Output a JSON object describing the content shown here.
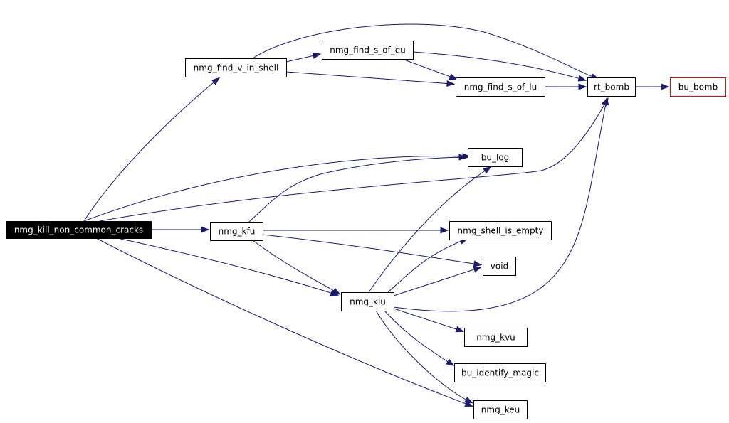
{
  "graph": {
    "edge_color": "#191970",
    "nodes": [
      {
        "id": "root",
        "label": "nmg_kill_non_common_cracks",
        "style": "root"
      },
      {
        "id": "fvs",
        "label": "nmg_find_v_in_shell",
        "style": "normal"
      },
      {
        "id": "fseu",
        "label": "nmg_find_s_of_eu",
        "style": "normal"
      },
      {
        "id": "fslu",
        "label": "nmg_find_s_of_lu",
        "style": "normal"
      },
      {
        "id": "rtb",
        "label": "rt_bomb",
        "style": "normal"
      },
      {
        "id": "bub",
        "label": "bu_bomb",
        "style": "external"
      },
      {
        "id": "bul",
        "label": "bu_log",
        "style": "normal"
      },
      {
        "id": "kfu",
        "label": "nmg_kfu",
        "style": "normal"
      },
      {
        "id": "sie",
        "label": "nmg_shell_is_empty",
        "style": "normal"
      },
      {
        "id": "void",
        "label": "void",
        "style": "normal"
      },
      {
        "id": "klu",
        "label": "nmg_klu",
        "style": "normal"
      },
      {
        "id": "kvu",
        "label": "nmg_kvu",
        "style": "normal"
      },
      {
        "id": "bim",
        "label": "bu_identify_magic",
        "style": "normal"
      },
      {
        "id": "keu",
        "label": "nmg_keu",
        "style": "normal"
      }
    ],
    "edges": [
      {
        "from": "root",
        "to": "fvs"
      },
      {
        "from": "root",
        "to": "bul"
      },
      {
        "from": "root",
        "to": "rtb"
      },
      {
        "from": "root",
        "to": "kfu"
      },
      {
        "from": "root",
        "to": "klu"
      },
      {
        "from": "root",
        "to": "keu"
      },
      {
        "from": "fvs",
        "to": "rtb"
      },
      {
        "from": "fvs",
        "to": "fseu"
      },
      {
        "from": "fvs",
        "to": "fslu"
      },
      {
        "from": "fseu",
        "to": "rtb"
      },
      {
        "from": "fseu",
        "to": "fslu"
      },
      {
        "from": "fslu",
        "to": "rtb"
      },
      {
        "from": "rtb",
        "to": "bub"
      },
      {
        "from": "kfu",
        "to": "bul"
      },
      {
        "from": "kfu",
        "to": "sie"
      },
      {
        "from": "kfu",
        "to": "void"
      },
      {
        "from": "kfu",
        "to": "klu"
      },
      {
        "from": "klu",
        "to": "bul"
      },
      {
        "from": "klu",
        "to": "sie"
      },
      {
        "from": "klu",
        "to": "void"
      },
      {
        "from": "klu",
        "to": "rtb"
      },
      {
        "from": "klu",
        "to": "kvu"
      },
      {
        "from": "klu",
        "to": "bim"
      },
      {
        "from": "klu",
        "to": "keu"
      }
    ]
  }
}
